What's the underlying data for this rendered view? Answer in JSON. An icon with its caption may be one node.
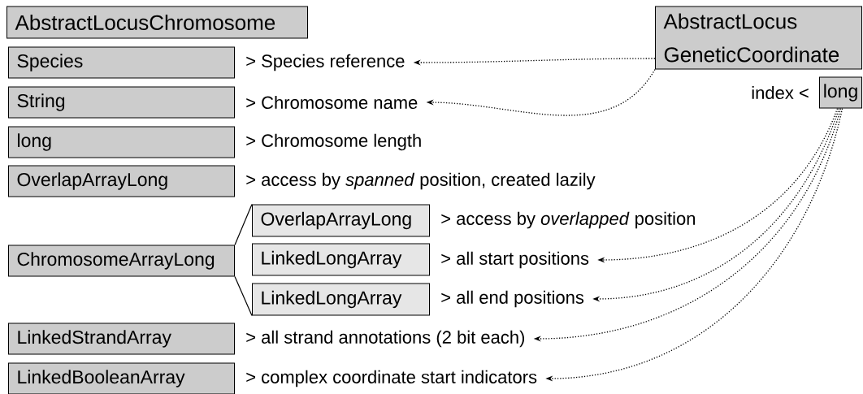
{
  "diagram": {
    "nodes": [
      {
        "text": [
          "AbstractLocusChromosome"
        ]
      },
      {
        "text": [
          "AbstractLocus GeneticCoordinate"
        ]
      },
      {
        "text": [
          "Species"
        ]
      },
      {
        "text": [
          "> Species reference"
        ]
      },
      {
        "text": [
          "String"
        ]
      },
      {
        "text": [
          "> Chromosome name"
        ]
      },
      {
        "text": [
          "long"
        ],
        "beside": [
          "index <"
        ]
      },
      {
        "text": [
          "long"
        ]
      },
      {
        "text": [
          "OverlapArrayLong"
        ]
      },
      {
        "text": [
          "ChromosomeArrayLong"
        ]
      },
      {
        "text": [
          "OverlapArrayLong"
        ]
      },
      {
        "text": [
          "LinkedLongArray"
        ]
      },
      {
        "text": [
          "> all start positions"
        ]
      },
      {
        "text": [
          "LinkedLongArray"
        ]
      },
      {
        "text": [
          "> all end positions"
        ]
      },
      {
        "text": [
          "LinkedStrandArray"
        ]
      },
      {
        "text": [
          "> all strand annotations (2 bit each)"
        ]
      },
      {
        "text": [
          "LinkedBooleanArray"
        ]
      },
      {
        "text": [
          "> complex coordinate start indicators"
        ]
      }
    ],
    "edges": [
      {
        "from": 1,
        "to": 3,
        "arrow": "to",
        "style": "dashed"
      },
      {
        "from": 1,
        "to": 5,
        "arrow": "to",
        "style": "dashed"
      },
      {
        "from": 6,
        "to": 12,
        "arrow": "to",
        "style": "dashed"
      },
      {
        "from": 6,
        "to": 14,
        "arrow": "to",
        "style": "dashed"
      },
      {
        "from": 6,
        "to": 16,
        "arrow": "to",
        "style": "dashed"
      },
      {
        "from": 6,
        "to": 18,
        "arrow": "to",
        "style": "dashed"
      },
      {
        "from": 9,
        "to": 10,
        "arrow": "none"
      },
      {
        "from": 9,
        "to": 13,
        "arrow": "none"
      }
    ],
    "labels": [
      "> Chromosome length",
      "> access by *spanned* position, created lazily",
      "> access by *overlapped* position"
    ]
  }
}
